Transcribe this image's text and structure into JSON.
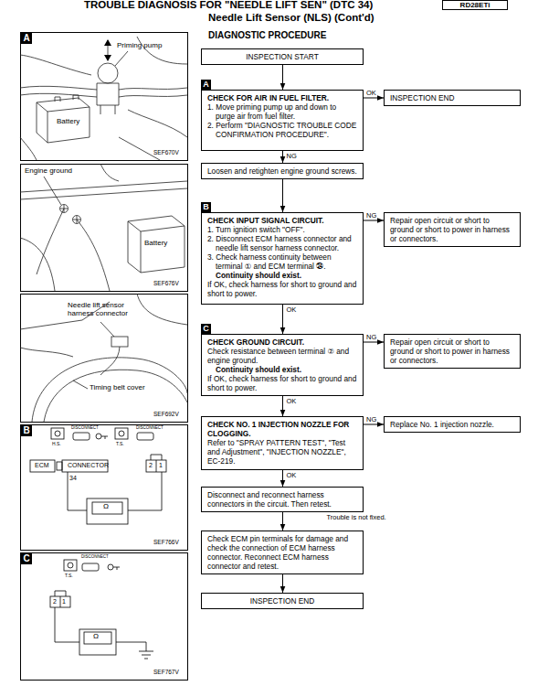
{
  "diagram": {
    "title": "TROUBLE DIAGNOSIS FOR \"NEEDLE LIFT SEN\" (DTC 34)",
    "nodes": [
      {
        "text": [
          "RD28ETi"
        ]
      },
      {
        "text": [
          "INSPECTION START"
        ]
      },
      {
        "text": [
          "CHECK FOR AIR IN FUEL FILTER.",
          "1. Move priming pump up and down to purge air from fuel filter.",
          "2. Perform \"DIAGNOSTIC TROUBLE CODE CONFIRMATION PROCEDURE\"."
        ]
      },
      {
        "text": [
          "INSPECTION END"
        ]
      },
      {
        "text": [
          "Loosen and retighten engine ground screws."
        ]
      },
      {
        "text": [
          "CHECK INPUT SIGNAL CIRCUIT.",
          "1. Turn ignition switch \"OFF\".",
          "2. Disconnect ECM harness connector and needle lift sensor harness connector.",
          "3. Check harness continuity between terminal ① and ECM terminal ㉞.",
          "Continuity should exist.",
          "If OK, check harness for short to ground and short to power."
        ]
      },
      {
        "text": [
          "Repair open circuit or short to ground or short to power in harness or connectors."
        ]
      },
      {
        "text": [
          "CHECK GROUND CIRCUIT.",
          "Check resistance between terminal ② and engine ground.",
          "Continuity should exist.",
          "If OK, check harness for short to ground and short to power."
        ]
      },
      {
        "text": [
          "Repair open circuit or short to ground or short to power in harness or connectors."
        ]
      },
      {
        "text": [
          "CHECK NO. 1 INJECTION NOZZLE FOR CLOGGING.",
          "Refer to \"SPRAY PATTERN TEST\", \"Test and Adjustment\", \"INJECTION NOZZLE\", EC-219."
        ]
      },
      {
        "text": [
          "Replace No. 1 injection nozzle."
        ]
      },
      {
        "text": [
          "Disconnect and reconnect harness connectors in the circuit. Then retest."
        ]
      },
      {
        "text": [
          "Check ECM pin terminals for damage and check the connection of ECM harness connector. Reconnect ECM harness connector and retest."
        ]
      },
      {
        "text": [
          "INSPECTION END"
        ]
      }
    ],
    "edges": [
      {
        "from": 1,
        "to": 2,
        "arrow": "to"
      },
      {
        "from": 2,
        "to": 3,
        "label": "OK",
        "arrow": "to"
      },
      {
        "from": 2,
        "to": 4,
        "label": "NG",
        "arrow": "to"
      },
      {
        "from": 4,
        "to": 5,
        "arrow": "to"
      },
      {
        "from": 5,
        "to": 6,
        "label": "NG",
        "arrow": "to"
      },
      {
        "from": 5,
        "to": 7,
        "label": "OK",
        "arrow": "to"
      },
      {
        "from": 7,
        "to": 8,
        "label": "NG",
        "arrow": "to"
      },
      {
        "from": 7,
        "to": 9,
        "label": "OK",
        "arrow": "to"
      },
      {
        "from": 9,
        "to": 10,
        "label": "NG",
        "arrow": "to"
      },
      {
        "from": 9,
        "to": 11,
        "label": "OK",
        "arrow": "to"
      },
      {
        "from": 11,
        "to": 12,
        "label": "Trouble is not fixed.",
        "arrow": "to"
      },
      {
        "from": 12,
        "to": 13,
        "arrow": "to"
      }
    ],
    "labels": [
      "Needle Lift Sensor (NLS) (Cont'd)",
      "DIAGNOSTIC PROCEDURE",
      "A",
      "Priming pump",
      "Battery",
      "SEF670V",
      "Engine ground",
      "Battery",
      "SEF676V",
      "Needle lift sensor harness connector",
      "Timing belt cover",
      "SEF692V",
      "B",
      "H.S.",
      "DISCONNECT",
      "T.S.",
      "DISCONNECT",
      "ECM",
      "CONNECTOR",
      "34",
      "2",
      "1",
      "Ω",
      "SEF766V",
      "C",
      "T.S.",
      "DISCONNECT",
      "2",
      "1",
      "Ω",
      "SEF767V",
      "A",
      "B",
      "C"
    ]
  }
}
